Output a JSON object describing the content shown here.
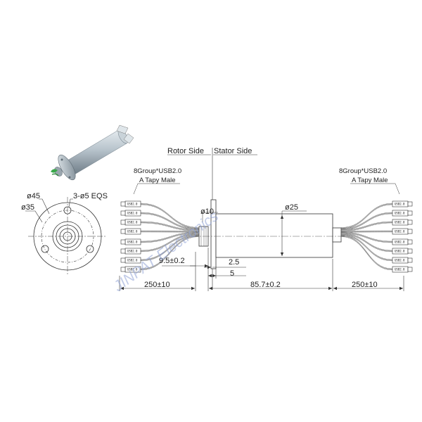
{
  "labels": {
    "rotor_side": "Rotor Side",
    "stator_side": "Stator Side",
    "left_group": "8Group*USB2.0",
    "left_type": "A Tapy Male",
    "right_group": "8Group*USB2.0",
    "right_type": "A Tapy Male",
    "connector": "USB2.0"
  },
  "dimensions": {
    "d45": "ø45",
    "d35": "ø35",
    "holes": "3-ø5 EQS",
    "d10": "ø10",
    "d25": "ø25",
    "d9_5": "9.5±0.2",
    "d2_5": "2.5",
    "d5": "5",
    "left_cable": "250±10",
    "body_length": "85.7±0.2",
    "right_cable": "250±10"
  },
  "watermark": "JINPAT Electronics",
  "colors": {
    "line": "#333333",
    "body_fill": "#ffffff",
    "render_body": "#b8c4cc",
    "render_shadow": "#7c8a94",
    "render_green": "#3aa84a",
    "watermark": "#8fa3d6"
  }
}
